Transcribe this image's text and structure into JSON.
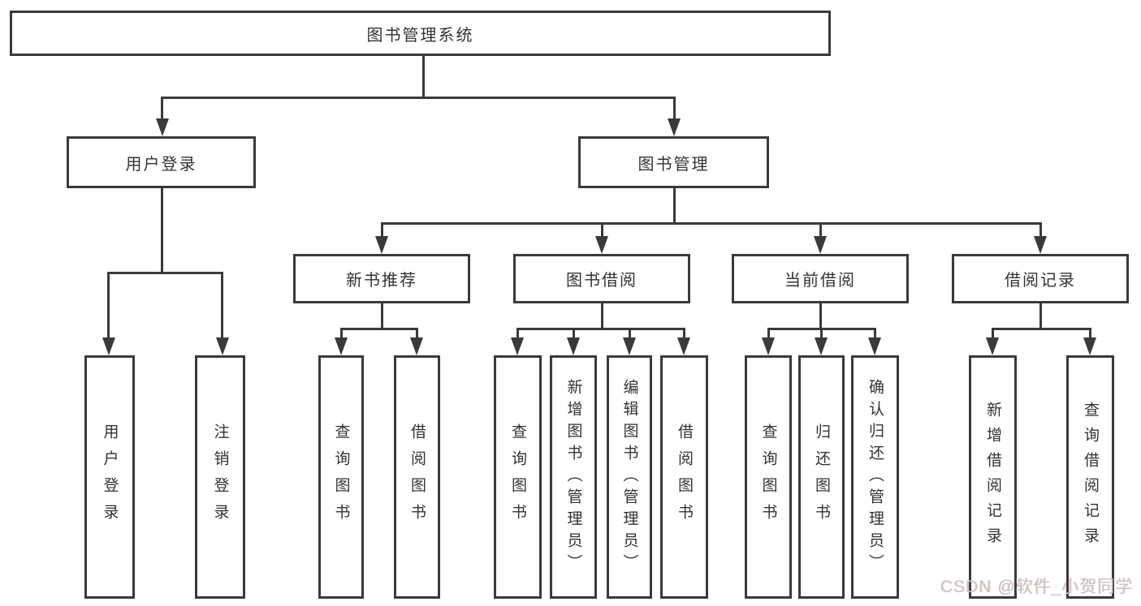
{
  "diagram": {
    "title": "图书管理系统",
    "branches": [
      {
        "label": "用户登录",
        "children": [
          {
            "label": "用户登录"
          },
          {
            "label": "注销登录"
          }
        ]
      },
      {
        "label": "图书管理",
        "children": [
          {
            "label": "新书推荐",
            "children": [
              {
                "label": "查询图书"
              },
              {
                "label": "借阅图书"
              }
            ]
          },
          {
            "label": "图书借阅",
            "children": [
              {
                "label": "查询图书"
              },
              {
                "label": "新增图书（管理员）"
              },
              {
                "label": "编辑图书（管理员）"
              },
              {
                "label": "借阅图书"
              }
            ]
          },
          {
            "label": "当前借阅",
            "children": [
              {
                "label": "查询图书"
              },
              {
                "label": "归还图书"
              },
              {
                "label": "确认归还（管理员）"
              }
            ]
          },
          {
            "label": "借阅记录",
            "children": [
              {
                "label": "新增借阅记录"
              },
              {
                "label": "查询借阅记录"
              }
            ]
          }
        ]
      }
    ]
  },
  "watermark": {
    "text": "CSDN @软件_小贺同学"
  },
  "colors": {
    "line": "#3a3a3a",
    "text": "#333333",
    "box_fill": "#ffffff",
    "background": "#ffffff",
    "watermark": "#c8c3c3"
  }
}
